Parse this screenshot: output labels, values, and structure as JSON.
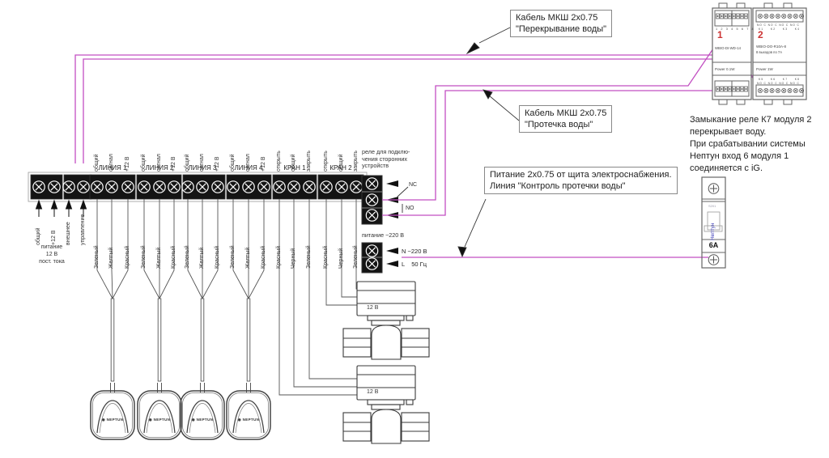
{
  "colors": {
    "wire_magenta": "#c24fc2"
  },
  "callouts": {
    "shutoff": {
      "line1": "Кабель МКШ 2х0.75",
      "line2": "\"Перекрывание воды\""
    },
    "leak": {
      "line1": "Кабель МКШ 2х0.75",
      "line2": "\"Протечка воды\""
    },
    "power": {
      "line1": "Питание 2х0.75 от щита электроснабжения.",
      "line2": "Линия \"Контроль протечки воды\""
    }
  },
  "note": {
    "l1": "Замыкание реле К7 модуля 2",
    "l2": "перекрывает воду.",
    "l3": "При срабатывании системы",
    "l4": "Нептун вход 6 модуля 1",
    "l5": "соединяется с iG."
  },
  "power_input": {
    "labels": [
      "общий",
      "+12 В",
      "внешнее",
      "управление"
    ],
    "caption1": "питание",
    "caption2": "12 В",
    "caption3": "пост. тока"
  },
  "groups": [
    {
      "name": "ЛИНИЯ 1",
      "pins": [
        "общий",
        "сигнал",
        "+12 В"
      ],
      "wires": [
        "Зеленый",
        "Желтый",
        "Красный"
      ]
    },
    {
      "name": "ЛИНИЯ 2",
      "pins": [
        "общий",
        "сигнал",
        "+12 В"
      ],
      "wires": [
        "Зеленый",
        "Желтый",
        "Красный"
      ]
    },
    {
      "name": "ЛИНИЯ 3",
      "pins": [
        "общий",
        "сигнал",
        "+12 В"
      ],
      "wires": [
        "Зеленый",
        "Желтый",
        "Красный"
      ]
    },
    {
      "name": "ЛИНИЯ 4",
      "pins": [
        "общий",
        "сигнал",
        "+12 В"
      ],
      "wires": [
        "Зеленый",
        "Желтый",
        "Красный"
      ]
    },
    {
      "name": "КРАН 1",
      "pins": [
        "открыть",
        "общий",
        "закрыть"
      ],
      "wires": [
        "Красный",
        "Черный",
        "Зеленый"
      ]
    },
    {
      "name": "КРАН 2",
      "pins": [
        "открыть",
        "общий",
        "закрыть"
      ],
      "wires": [
        "Красный",
        "Черный",
        "Зеленый"
      ]
    }
  ],
  "relay": {
    "caption1": "реле для подклю-",
    "caption2": "чения сторонних",
    "caption3": "устройств",
    "nc": "NC",
    "no": "NO"
  },
  "power220": {
    "caption": "питание ~220 В",
    "n": "N ~220 В",
    "l": "L    50 Гц"
  },
  "valve_label": "12 В",
  "sensor_label": "◉ NEPTUN",
  "modules": {
    "m1": {
      "num": "1",
      "model": "WBIO-DI-WD-14",
      "power": "Power 0.1W",
      "top_pins": "1 2 3 4 5 6 7 8"
    },
    "m2": {
      "num": "2",
      "model": "WBIO-DO-R10A-8",
      "sub": "8 выходов по 7А",
      "power": "Power 1W",
      "top_row1": "NO C NO C NO C NO C",
      "top_row2": "K1    K2    K3    K4",
      "bot_row1": "K5    K6    K7    K8",
      "bot_row2": "NO C NO C NO C NO C"
    }
  },
  "breaker": {
    "model": "S201",
    "brand": "Нептун",
    "rating": "6А"
  }
}
